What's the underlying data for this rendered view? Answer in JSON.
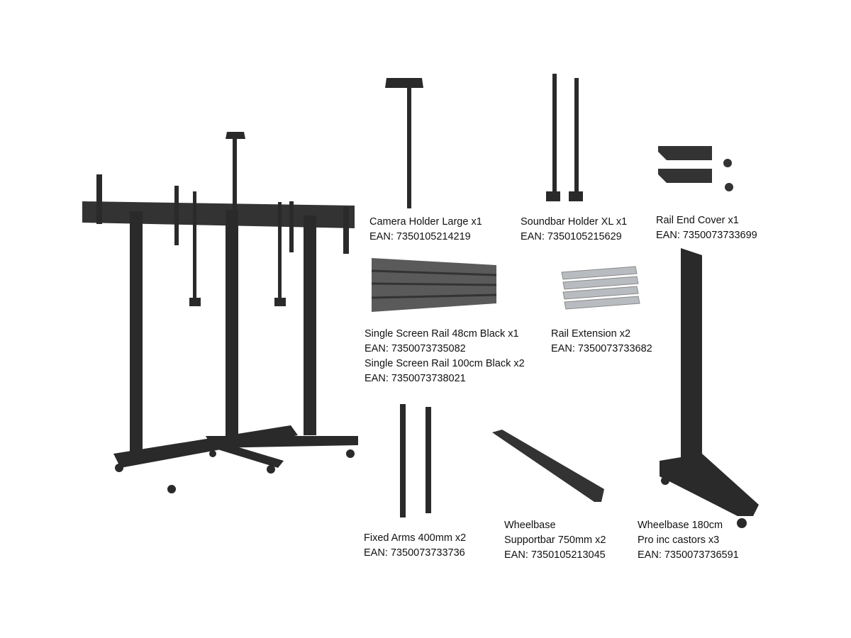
{
  "parts": {
    "camera_holder": {
      "name": "Camera Holder Large x1",
      "ean": "EAN: 7350105214219"
    },
    "soundbar_holder": {
      "name": "Soundbar Holder XL x1",
      "ean": "EAN: 7350105215629"
    },
    "rail_end_cover": {
      "name": "Rail End Cover x1",
      "ean": "EAN: 7350073733699"
    },
    "rail_48": {
      "name": "Single Screen Rail 48cm Black x1",
      "ean": "EAN: 7350073735082"
    },
    "rail_100": {
      "name": "Single Screen Rail 100cm Black x2",
      "ean": "EAN: 7350073738021"
    },
    "rail_extension": {
      "name": "Rail Extension x2",
      "ean": "EAN: 7350073733682"
    },
    "fixed_arms": {
      "name": "Fixed Arms 400mm x2",
      "ean": "EAN: 7350073733736"
    },
    "supportbar": {
      "name1": "Wheelbase",
      "name2": "Supportbar 750mm x2",
      "ean": "EAN: 7350105213045"
    },
    "wheelbase": {
      "name1": "Wheelbase 180cm",
      "name2": "Pro inc castors x3",
      "ean": "EAN: 7350073736591"
    }
  },
  "colors": {
    "metal": "#2b2b2b",
    "rail": "#555555",
    "silver": "#b8bcc0"
  }
}
